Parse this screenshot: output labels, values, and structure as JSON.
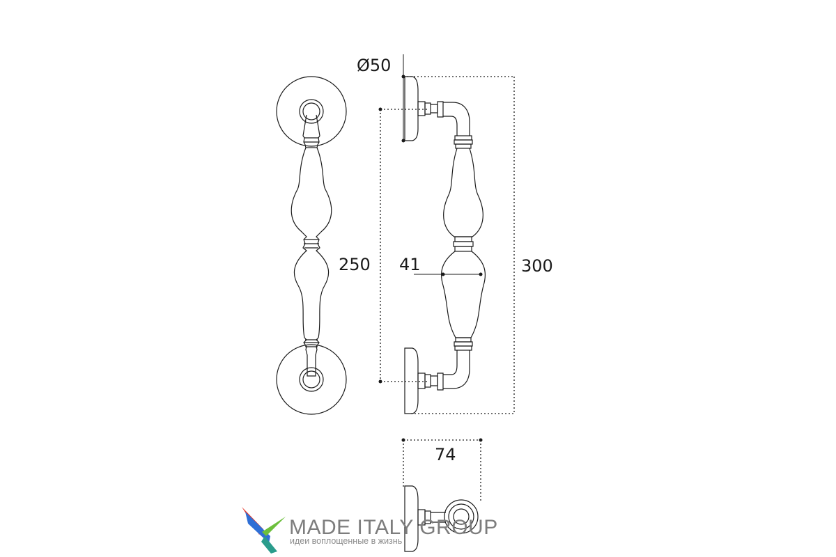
{
  "dimensions": {
    "diameter": "Ø50",
    "mount_spacing": "250",
    "grip_width": "41",
    "overall_length": "300",
    "projection": "74"
  },
  "logo": {
    "title": "MADE ITALY GROUP",
    "tagline": "идеи воплощенные в жизнь",
    "colors": {
      "red": "#e63b2e",
      "blue": "#2f6fd6",
      "teal": "#2a9c8c",
      "green": "#6cbf3c",
      "gray": "#7d7d7d"
    }
  },
  "line_color": "#1a1a1a"
}
